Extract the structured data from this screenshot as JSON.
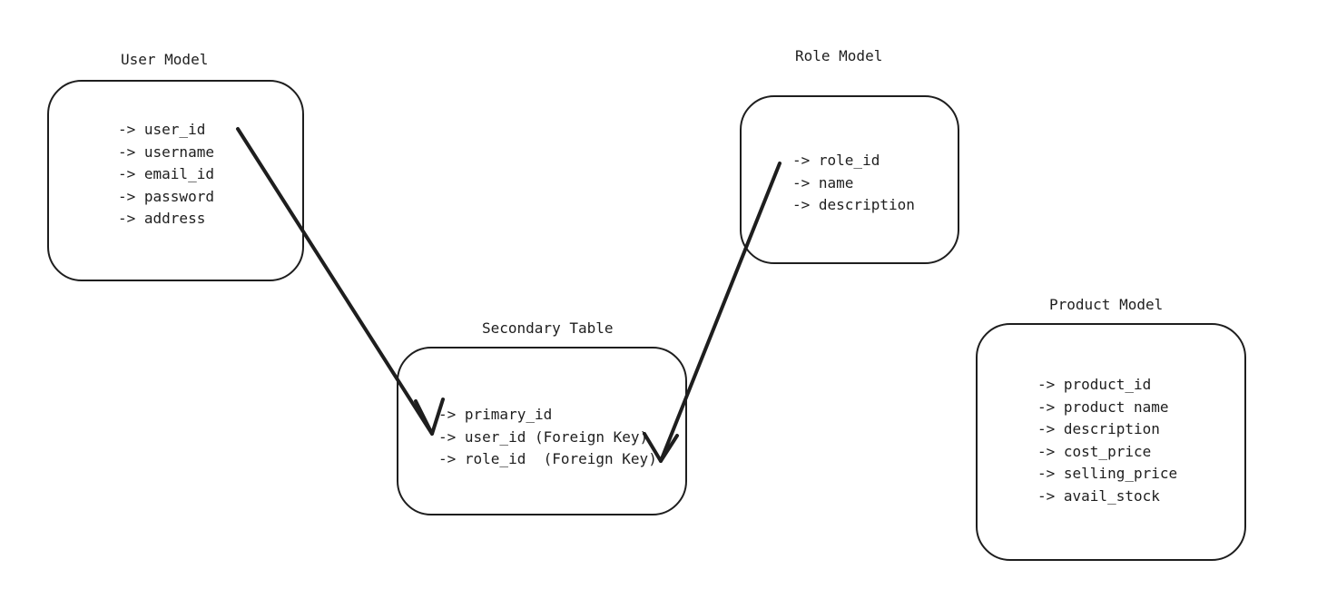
{
  "user_model": {
    "title": "User Model",
    "fields": [
      "-> user_id",
      "-> username",
      "-> email_id",
      "-> password",
      "-> address"
    ]
  },
  "role_model": {
    "title": "Role Model",
    "fields": [
      "-> role_id",
      "-> name",
      "-> description"
    ]
  },
  "secondary_table": {
    "title": "Secondary Table",
    "fields": [
      "-> primary_id",
      "-> user_id (Foreign Key)",
      "-> role_id  (Foreign Key)"
    ]
  },
  "product_model": {
    "title": "Product Model",
    "fields": [
      "-> product_id",
      "-> product name",
      "-> description",
      "-> cost_price",
      "-> selling_price",
      "-> avail_stock"
    ]
  },
  "colors": {
    "stroke": "#1e1e1e",
    "background": "#ffffff"
  }
}
